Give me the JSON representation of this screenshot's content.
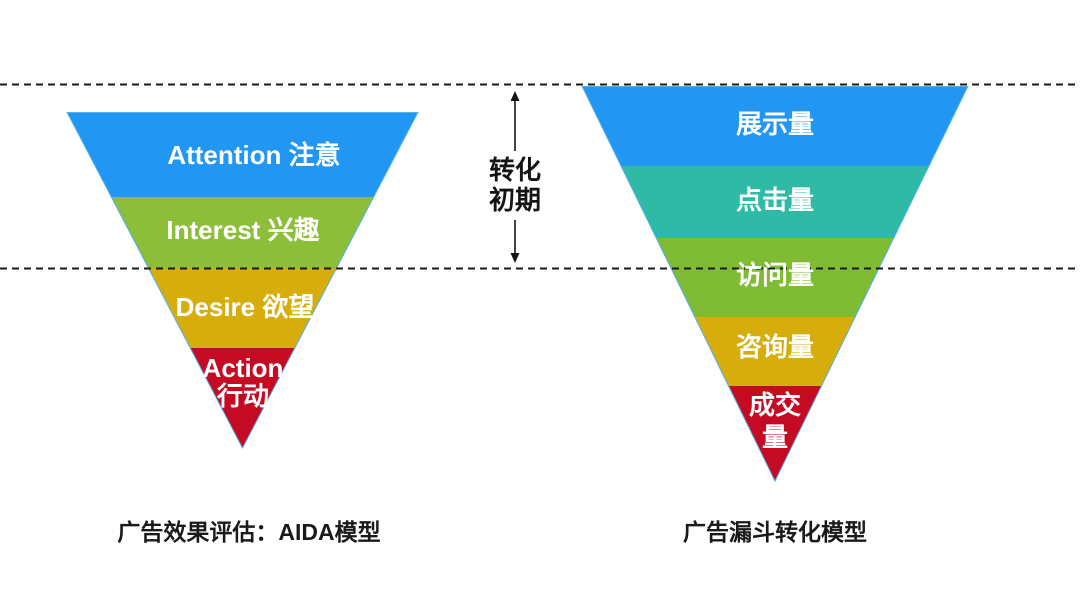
{
  "guides": {
    "color": "#1b1b1b"
  },
  "stage_marker": {
    "line1": "转化",
    "line2": "初期",
    "color": "#141414"
  },
  "left_funnel": {
    "caption": "广告效果评估：AIDA模型",
    "layers": [
      {
        "label": "Attention 注意",
        "color": "#2196F3"
      },
      {
        "label": "Interest 兴趣",
        "color": "#8CBE3A"
      },
      {
        "label": "Desire 欲望",
        "color": "#D7AD0C"
      },
      {
        "label": "Action",
        "label_line2": "行动",
        "color": "#C50A24"
      }
    ]
  },
  "right_funnel": {
    "caption": "广告漏斗转化模型",
    "layers": [
      {
        "label": "展示量",
        "color": "#2196F3"
      },
      {
        "label": "点击量",
        "color": "#2EBAA4"
      },
      {
        "label": "访问量",
        "color": "#7FBC33"
      },
      {
        "label": "咨询量",
        "color": "#D7AD0C"
      },
      {
        "label": "成交",
        "label_line2": "量",
        "color": "#C50A24"
      }
    ]
  },
  "label_color": "#ffffff",
  "caption_color": "#1a1a1a",
  "funnel_edge_color": "#4FB3E8"
}
